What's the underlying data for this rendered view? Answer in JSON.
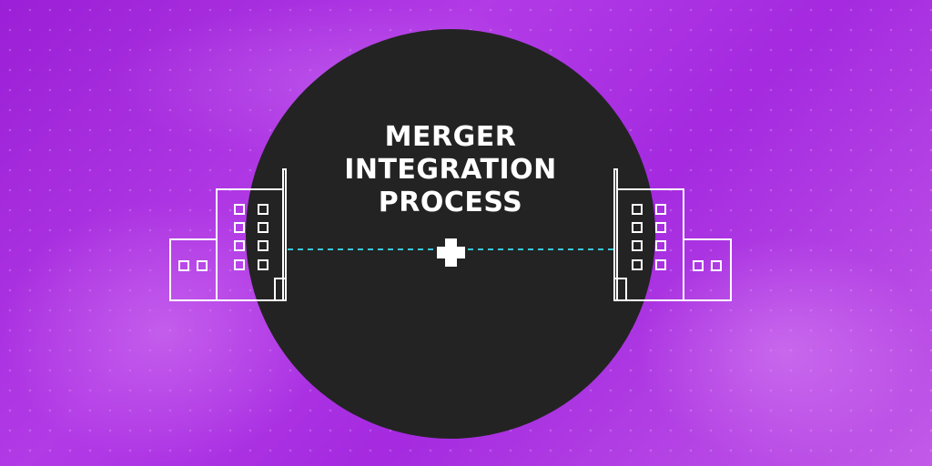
{
  "title": {
    "line1": "MERGER",
    "line2": "INTEGRATION",
    "line3": "PROCESS"
  },
  "icons": [
    "building-left-icon",
    "building-right-icon",
    "plus-icon",
    "dashed-connector"
  ],
  "colors": {
    "background": "#a52ae0",
    "circle": "#232323",
    "connector": "#39c6d8",
    "text": "#ffffff"
  }
}
